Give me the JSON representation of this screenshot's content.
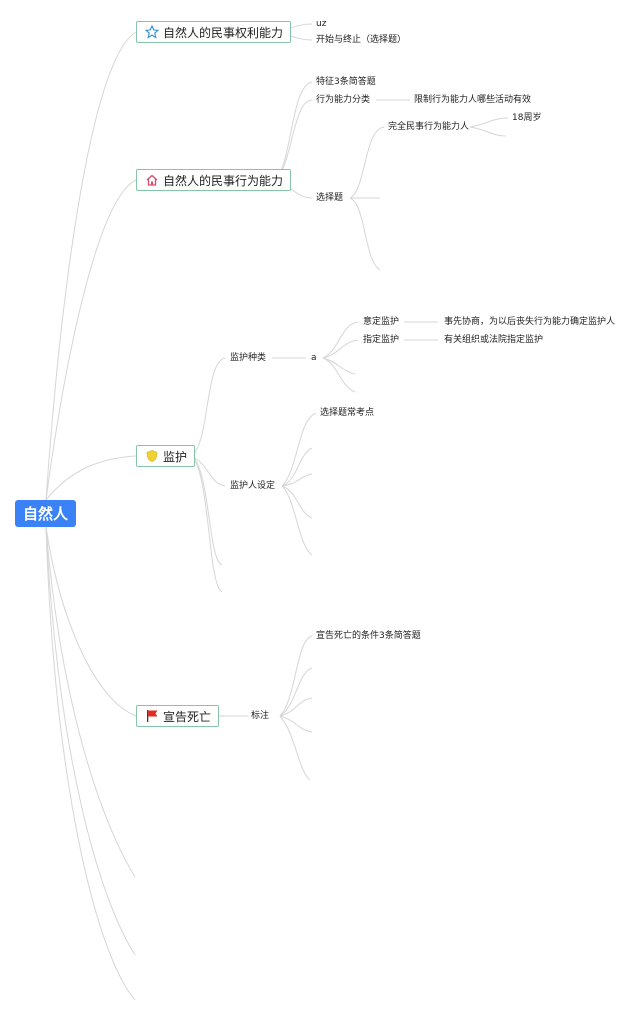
{
  "root": {
    "label": "自然人"
  },
  "branches": {
    "rights": {
      "label": "自然人的民事权利能力",
      "icon": "star-icon",
      "children": [
        "uz",
        "开始与终止（选择题）"
      ]
    },
    "conduct": {
      "label": "自然人的民事行为能力",
      "icon": "home-icon",
      "features": "特征3条简答题",
      "classification": "行为能力分类",
      "limited": "限制行为能力人哪些活动有效",
      "full": "完全民事行为能力人",
      "age": "18周岁",
      "choice": "选择题"
    },
    "guardianship": {
      "label": "监护",
      "icon": "shield-icon",
      "types": "监护种类",
      "a": "a",
      "designated_by_agreement": "意定监护",
      "agreement_detail": "事先协商，为以后丧失行为能力确定监护人",
      "appointed": "指定监护",
      "appointed_detail": "有关组织或法院指定监护",
      "setting": "监护人设定",
      "choice_points": "选择题常考点"
    },
    "death": {
      "label": "宣告死亡",
      "icon": "flag-icon",
      "note": "标注",
      "conditions": "宣告死亡的条件3条简答题"
    }
  },
  "colors": {
    "root_bg": "#3b82f6",
    "branch_border": "#86c5a9",
    "link": "#d0d0d0",
    "star": "#2f8fd0",
    "home": "#d94b6a",
    "shield": "#f2d233",
    "flag": "#e02b20"
  }
}
